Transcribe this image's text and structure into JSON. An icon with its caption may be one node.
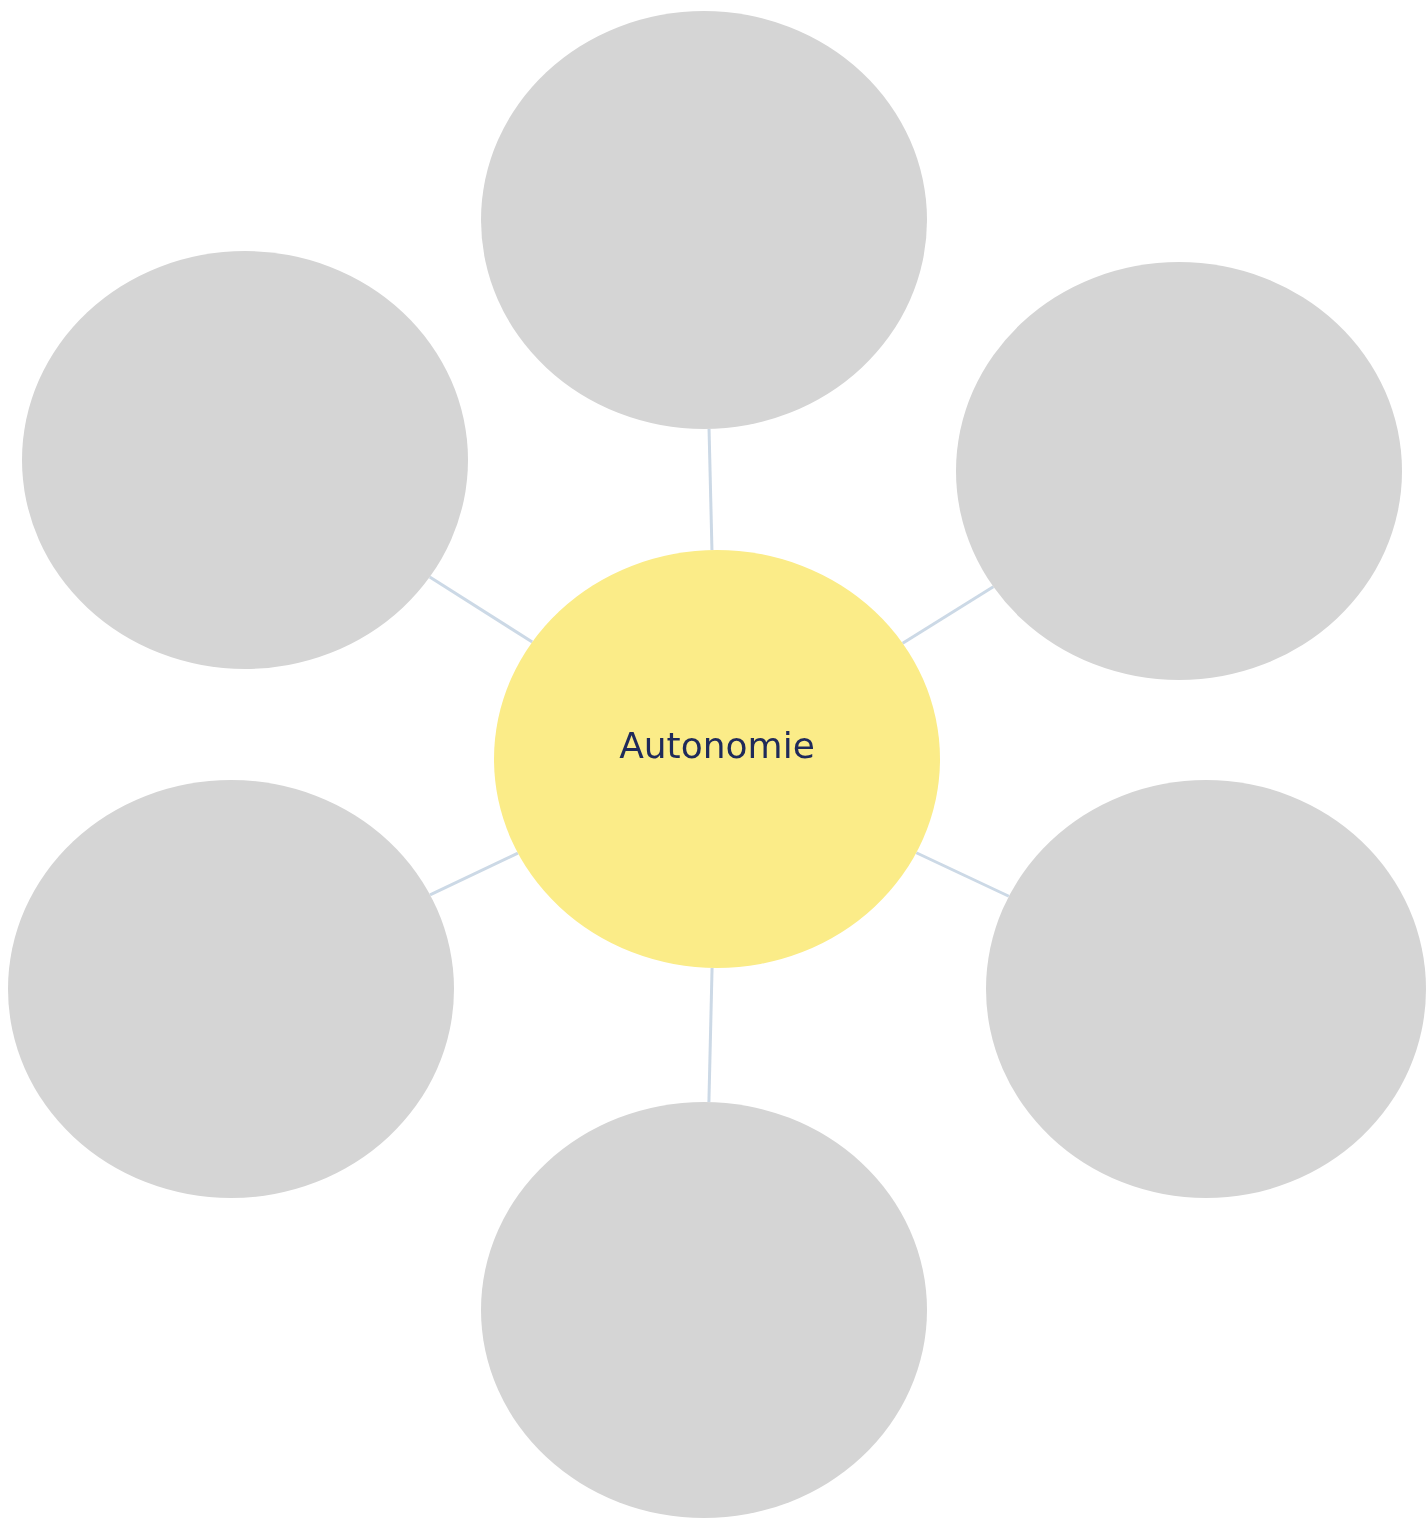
{
  "diagram": {
    "nodes": [
      {
        "text": [
          "Autonomie"
        ]
      },
      {
        "text": [],
        "shape": "circle"
      },
      {
        "text": [],
        "shape": "circle"
      },
      {
        "text": [],
        "shape": "circle"
      },
      {
        "text": [],
        "shape": "circle"
      },
      {
        "text": [],
        "shape": "circle"
      },
      {
        "text": [],
        "shape": "circle"
      }
    ],
    "edges": [
      {
        "from": 0,
        "to": 1,
        "arrow": "none"
      },
      {
        "from": 0,
        "to": 2,
        "arrow": "none"
      },
      {
        "from": 0,
        "to": 3,
        "arrow": "none"
      },
      {
        "from": 0,
        "to": 4,
        "arrow": "none"
      },
      {
        "from": 0,
        "to": 5,
        "arrow": "none"
      },
      {
        "from": 0,
        "to": 6,
        "arrow": "none"
      }
    ]
  }
}
